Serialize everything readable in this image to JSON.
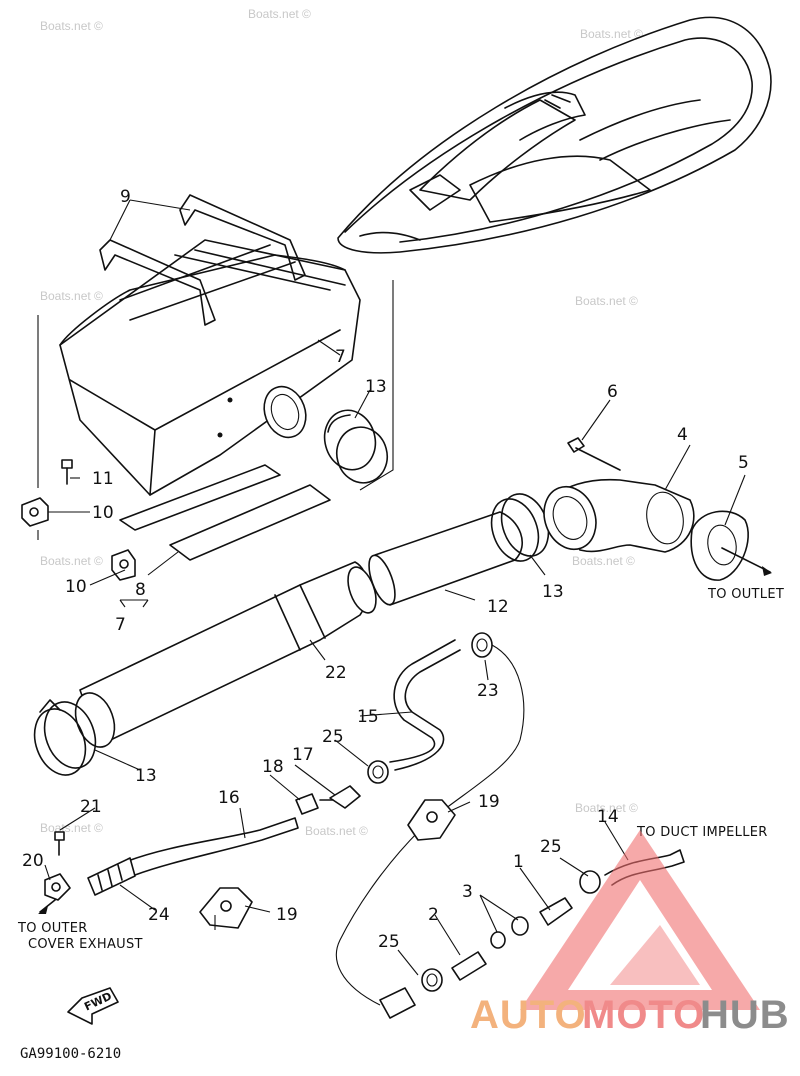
{
  "parts": [
    {
      "id": "1",
      "label": "1"
    },
    {
      "id": "2",
      "label": "2"
    },
    {
      "id": "3",
      "label": "3"
    },
    {
      "id": "4",
      "label": "4"
    },
    {
      "id": "5",
      "label": "5"
    },
    {
      "id": "6",
      "label": "6"
    },
    {
      "id": "7",
      "label": "7"
    },
    {
      "id": "8",
      "label": "8"
    },
    {
      "id": "9",
      "label": "9"
    },
    {
      "id": "10",
      "label": "10"
    },
    {
      "id": "11",
      "label": "11"
    },
    {
      "id": "12",
      "label": "12"
    },
    {
      "id": "13",
      "label": "13"
    },
    {
      "id": "14",
      "label": "14"
    },
    {
      "id": "15",
      "label": "15"
    },
    {
      "id": "16",
      "label": "16"
    },
    {
      "id": "17",
      "label": "17"
    },
    {
      "id": "18",
      "label": "18"
    },
    {
      "id": "19",
      "label": "19"
    },
    {
      "id": "20",
      "label": "20"
    },
    {
      "id": "21",
      "label": "21"
    },
    {
      "id": "22",
      "label": "22"
    },
    {
      "id": "23",
      "label": "23"
    },
    {
      "id": "24",
      "label": "24"
    },
    {
      "id": "25",
      "label": "25"
    }
  ],
  "notes": {
    "to_outlet": "TO OUTLET",
    "to_duct_impeller": "TO DUCT IMPELLER",
    "to_outer_line1": "TO OUTER",
    "to_outer_line2": "COVER EXHAUST",
    "fwd": "FWD",
    "diagram_code": "GA99100-6210"
  },
  "watermark": {
    "text": "Boats.net ©"
  },
  "brand": {
    "auto": "AUTO",
    "moto": "MOTO",
    "hub": "HUB",
    "colors": {
      "auto": "#f3b27d",
      "moto": "#f08a8a",
      "hub": "#8c8c8c",
      "logo": "#f07070"
    }
  }
}
